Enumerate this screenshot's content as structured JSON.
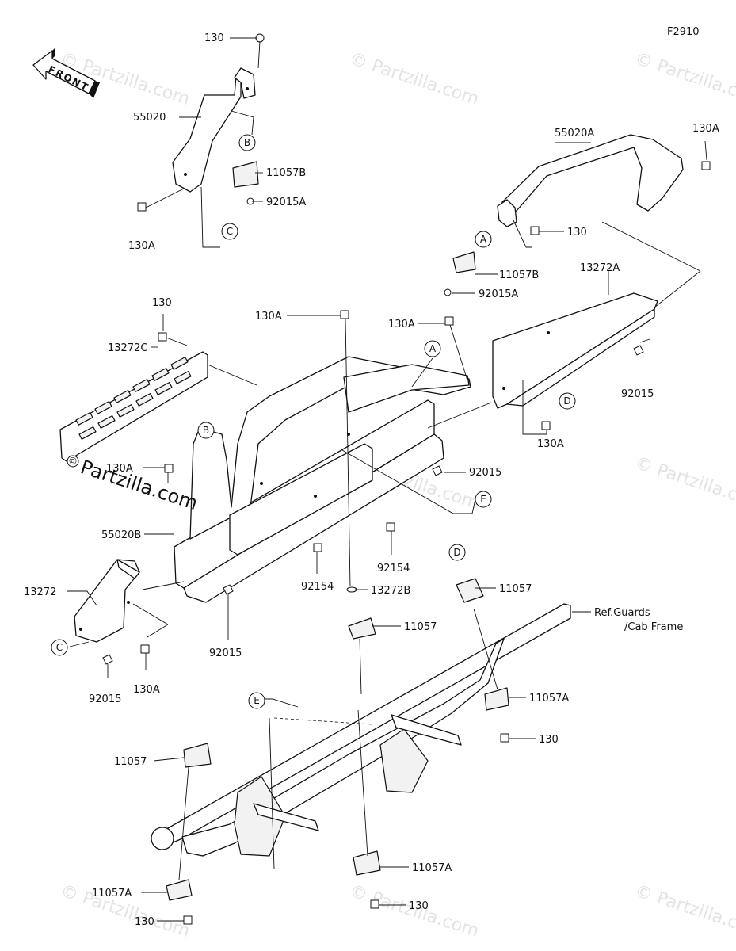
{
  "diagram_code": "F2910",
  "front_arrow_label": "FRONT",
  "watermark_text": "© Partzilla.com",
  "brand_text": "Partzilla.com",
  "brand_mark": "©",
  "reference_note": {
    "line1": "Ref.Guards",
    "line2": "/Cab Frame"
  },
  "callouts": {
    "a": "A",
    "b": "B",
    "c": "C",
    "d": "D",
    "e": "E"
  },
  "part_labels": {
    "p130_top": "130",
    "p55020": "55020",
    "p11057B_left": "11057B",
    "p92015A_left": "92015A",
    "p130A_left": "130A",
    "p55020A": "55020A",
    "p130A_topright": "130A",
    "p130_right": "130",
    "p11057B_right": "11057B",
    "p92015A_right": "92015A",
    "p13272A": "13272A",
    "p130_mid": "130",
    "p130A_center1": "130A",
    "p130A_center2": "130A",
    "p13272C": "13272C",
    "p92015_right": "92015",
    "p130A_right": "130A",
    "p130A_midleft": "130A",
    "p92015_mid": "92015",
    "p55020B": "55020B",
    "p92154_a": "92154",
    "p92154_b": "92154",
    "p13272": "13272",
    "p13272B": "13272B",
    "p11057_d": "11057",
    "p11057_center": "11057",
    "p92015_low": "92015",
    "p130A_low": "130A",
    "p92015_bottomleft": "92015",
    "p11057A_right": "11057A",
    "p130_lowright": "130",
    "p11057_left": "11057",
    "p11057A_bottom": "11057A",
    "p130_bottom": "130",
    "p11057A_left": "11057A",
    "p130_bottomleft": "130"
  }
}
